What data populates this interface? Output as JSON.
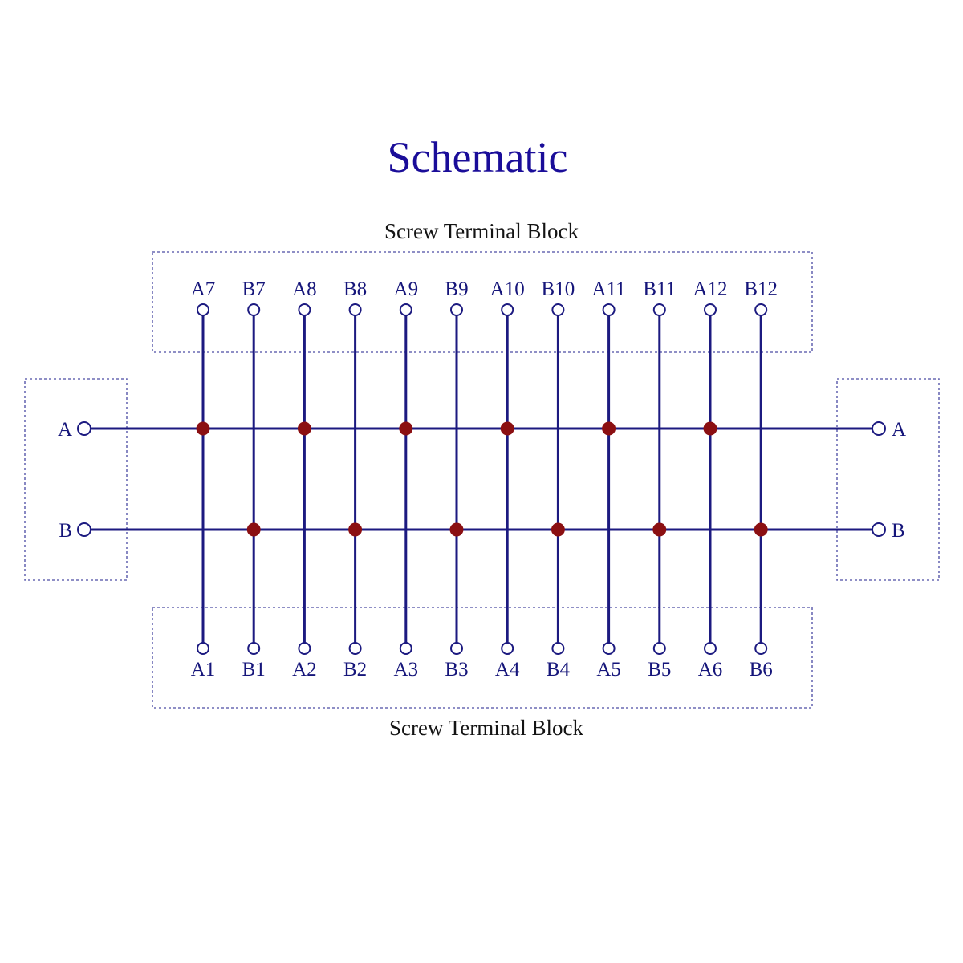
{
  "title": "Schematic",
  "top_block_label": "Screw Terminal  Block",
  "bottom_block_label": "Screw Terminal  Block",
  "top_pins": [
    "A7",
    "B7",
    "A8",
    "B8",
    "A9",
    "B9",
    "A10",
    "B10",
    "A11",
    "B11",
    "A12",
    "B12"
  ],
  "bottom_pins": [
    "A1",
    "B1",
    "A2",
    "B2",
    "A3",
    "B3",
    "A4",
    "B4",
    "A5",
    "B5",
    "A6",
    "B6"
  ],
  "bus_lines": [
    {
      "name": "A",
      "connects_to_pin_prefix": "A"
    },
    {
      "name": "B",
      "connects_to_pin_prefix": "B"
    }
  ],
  "left_terminals": [
    "A",
    "B"
  ],
  "right_terminals": [
    "A",
    "B"
  ],
  "colors": {
    "title": "#1a0d99",
    "wire": "#1c1a80",
    "junction": "#8b0f12",
    "frame": "#6a6ab4"
  }
}
